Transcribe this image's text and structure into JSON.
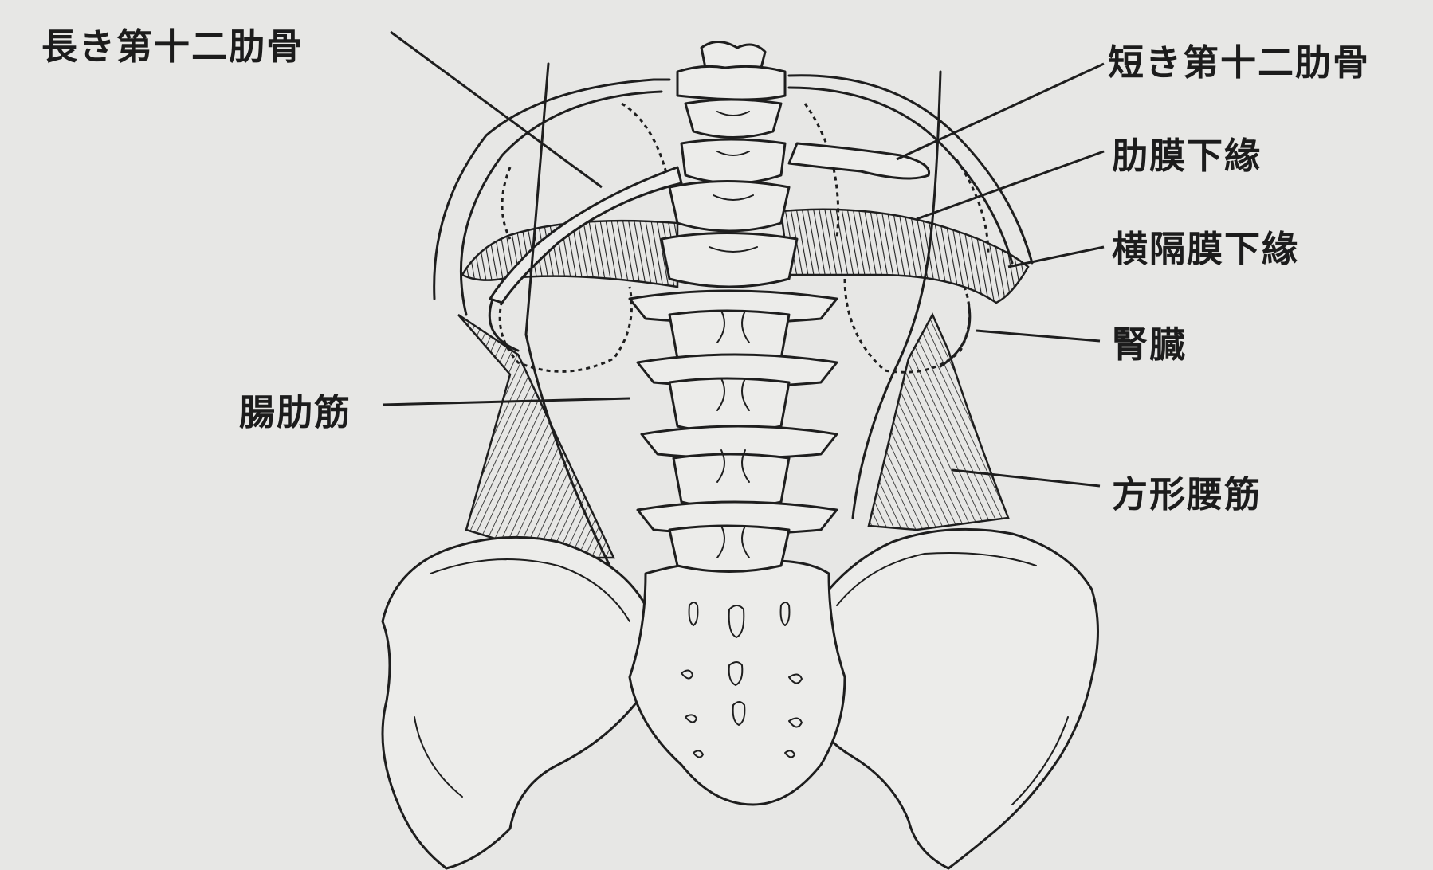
{
  "labels": {
    "long_12th_rib": "長き第十二肋骨",
    "short_12th_rib": "短き第十二肋骨",
    "pleura_lower_edge": "肋膜下緣",
    "diaphragm_lower_edge": "横隔膜下緣",
    "kidney": "腎臓",
    "iliocostal_muscle": "腸肋筋",
    "quadratus_lumborum": "方形腰筋"
  },
  "colors": {
    "paper": "#e7e7e5",
    "ink": "#1e1e1e"
  }
}
